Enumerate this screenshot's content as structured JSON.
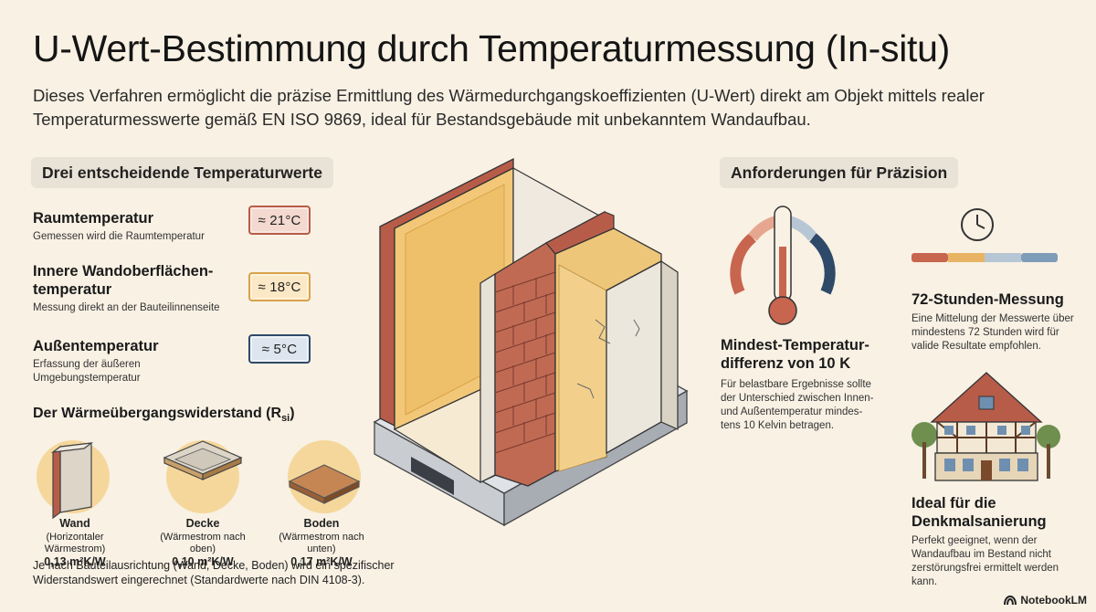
{
  "title": "U-Wert-Bestimmung durch Temperaturmessung (In-situ)",
  "subtitle": "Dieses Verfahren ermöglicht die präzise Ermittlung des Wärmedurchgangskoeffizienten (U-Wert) direkt am Objekt mittels realer Temperaturmesswerte gemäß EN ISO 9869, ideal für Bestandsgebäude mit unbekanntem Wandaufbau.",
  "left": {
    "heading": "Drei entscheidende Temperaturwerte",
    "items": [
      {
        "title": "Raumtemperatur",
        "desc": "Gemessen wird die Raumtemperatur",
        "value": "≈ 21°C"
      },
      {
        "title": "Innere Wandoberflächen-temperatur",
        "title_line1": "Innere Wandoberflächen-",
        "title_line2": "temperatur",
        "desc": "Messung direkt an der Bauteilinnenseite",
        "value": "≈ 18°C"
      },
      {
        "title": "Außentemperatur",
        "desc_line1": "Erfassung der äußeren",
        "desc_line2": "Umgebungstemperatur",
        "value": "≈  5°C"
      }
    ],
    "rsi_heading": "Der Wärmeübergangswiderstand (R",
    "rsi_sub": "si",
    "rsi_close": ")",
    "rsi_items": [
      {
        "name": "Wand",
        "detail": "(Horizontaler Wärmestrom)",
        "value": "0,13 m²K/W"
      },
      {
        "name": "Decke",
        "detail": "(Wärmestrom nach oben)",
        "value": "0,10 m²K/W"
      },
      {
        "name": "Boden",
        "detail": "(Wärmestrom nach unten)",
        "value": "0,17 m²K/W"
      }
    ],
    "rsi_note_line1": "Je nach Bauteilausrichtung (Wand, Decke, Boden) wird ein spezifischer",
    "rsi_note_line2": "Widerstandswert eingerechnet (Standardwerte nach DIN 4108-3)."
  },
  "right": {
    "heading": "Anforderungen für Präzision",
    "diff_title_line1": "Mindest-Temperatur-",
    "diff_title_line2": "differenz von 10 K",
    "diff_desc": [
      "Für belastbare Ergebnisse sollte",
      "der Unterschied zwischen Innen-",
      "und Außentemperatur mindes-",
      "tens 10 Kelvin betragen."
    ],
    "hours_title": "72-Stunden-Messung",
    "hours_desc": [
      "Eine Mittelung der Messwerte über",
      "mindestens 72 Stunden wird für",
      "valide Resultate empfohlen."
    ],
    "heritage_title_line1": "Ideal für die",
    "heritage_title_line2": "Denkmalsanierung",
    "heritage_desc": [
      "Perfekt geeignet, wenn der",
      "Wandaufbau im Bestand nicht",
      "zerstörungsfrei ermittelt werden",
      "kann."
    ]
  },
  "footer": {
    "logo_text": "NotebookLM"
  },
  "colors": {
    "background": "#f8f1e4",
    "brick": "#b85c4a",
    "insulation": "#eec67a",
    "cold": "#2f4a68",
    "pill": "#e9e2d6"
  }
}
